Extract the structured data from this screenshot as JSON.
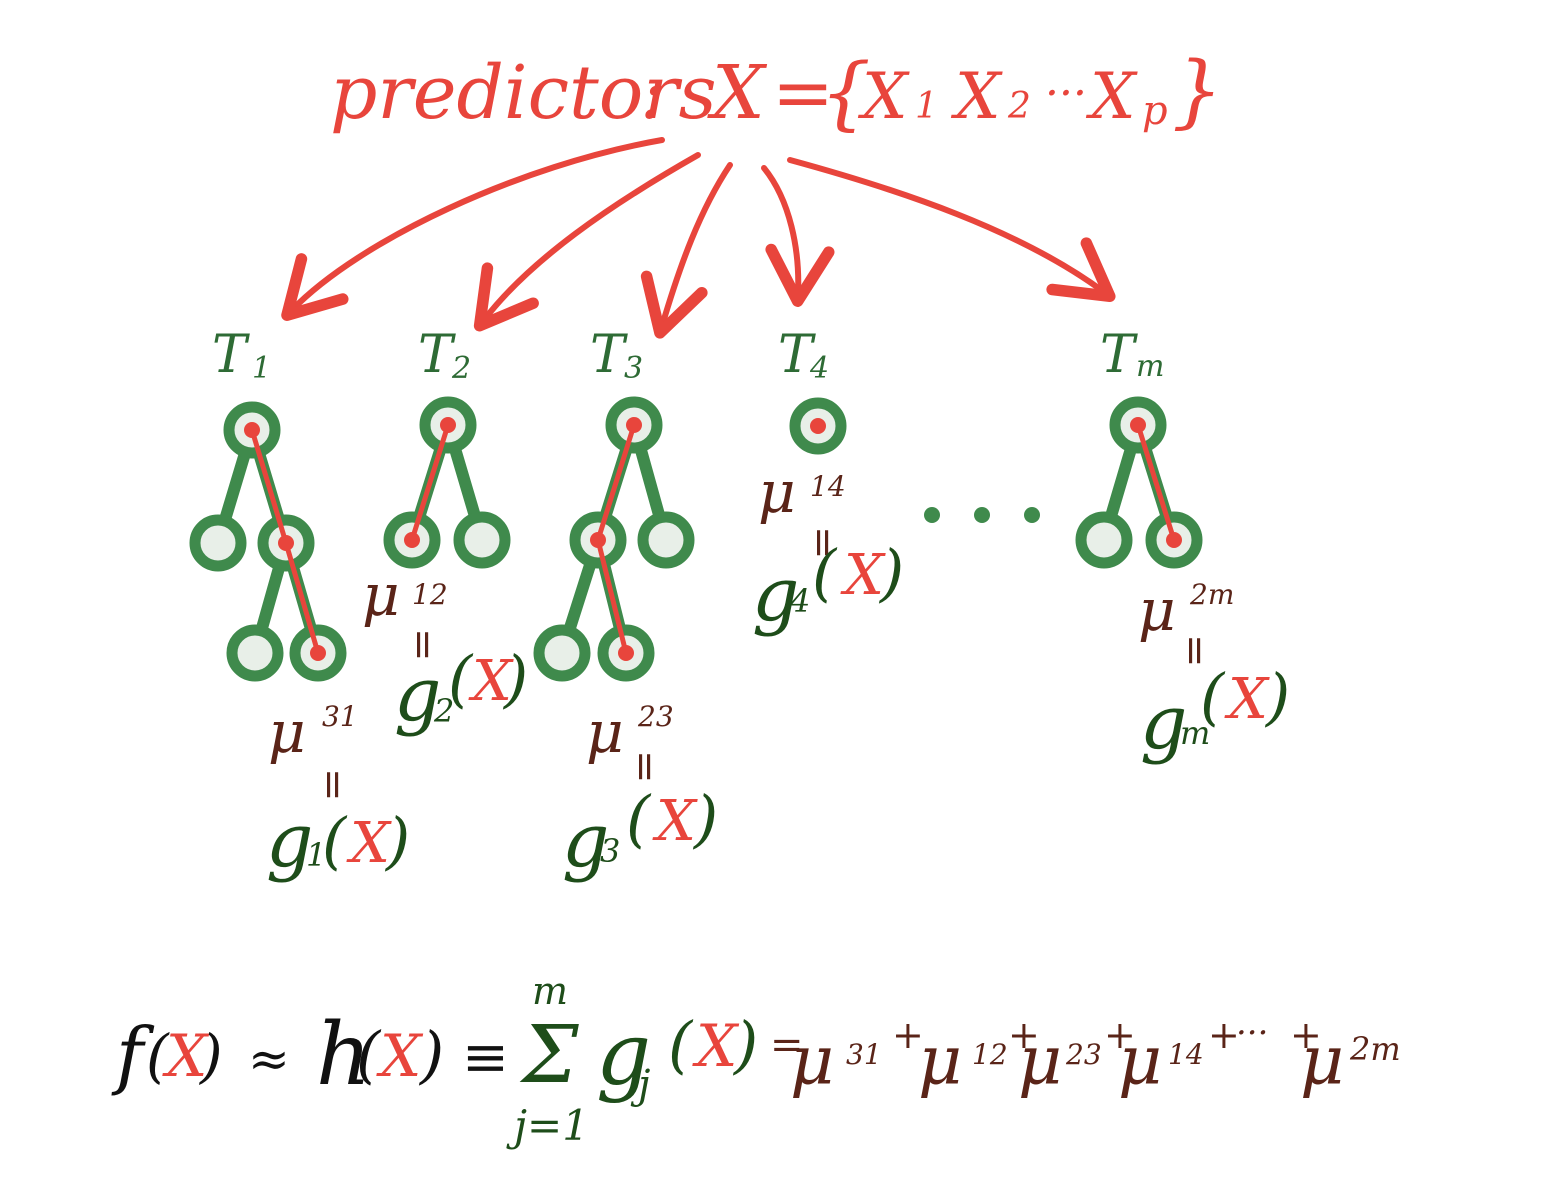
{
  "header": {
    "predictors_label": "predictors",
    "colon": ":",
    "set_x": "X",
    "equals": "=",
    "open_brace": "{",
    "x1": "X",
    "x1_sub": "1",
    "x2": "X",
    "x2_sub": "2",
    "ellipsis": "···",
    "xp": "X",
    "xp_sub": "p",
    "close_brace": "}"
  },
  "trees": [
    {
      "label": "T",
      "sub": "1",
      "mu": "μ",
      "mu_sub": "31",
      "eq": "=",
      "g": "g",
      "g_sub": "1",
      "open": "(",
      "x": "X",
      "close": ")"
    },
    {
      "label": "T",
      "sub": "2",
      "mu": "μ",
      "mu_sub": "12",
      "eq": "=",
      "g": "g",
      "g_sub": "2",
      "open": "(",
      "x": "X",
      "close": ")"
    },
    {
      "label": "T",
      "sub": "3",
      "mu": "μ",
      "mu_sub": "23",
      "eq": "=",
      "g": "g",
      "g_sub": "3",
      "open": "(",
      "x": "X",
      "close": ")"
    },
    {
      "label": "T",
      "sub": "4",
      "mu": "μ",
      "mu_sub": "14",
      "eq": "=",
      "g": "g",
      "g_sub": "4",
      "open": "(",
      "x": "X",
      "close": ")"
    },
    {
      "label": "T",
      "sub": "m",
      "mu": "μ",
      "mu_sub": "2m",
      "eq": "=",
      "g": "g",
      "g_sub": "m",
      "open": "(",
      "x": "X",
      "close": ")"
    }
  ],
  "dots": "• • •",
  "formula": {
    "f": "f",
    "f_open": "(",
    "f_x": "X",
    "f_close": ")",
    "approx": "≈",
    "h": "h",
    "h_open": "(",
    "h_x": "X",
    "h_close": ")",
    "equiv": "≡",
    "sum": "Σ",
    "sum_upper": "m",
    "sum_lower": "j=1",
    "g": "g",
    "g_sub": "j",
    "g_open": "(",
    "g_x": "X",
    "g_close": ")",
    "eq": "=",
    "terms": [
      {
        "mu": "μ",
        "sub": "31"
      },
      {
        "mu": "μ",
        "sub": "12"
      },
      {
        "mu": "μ",
        "sub": "23"
      },
      {
        "mu": "μ",
        "sub": "14"
      }
    ],
    "plus": "+",
    "dots": "···",
    "last_mu": "μ",
    "last_sub": "2m"
  },
  "colors": {
    "red": "#e8453c",
    "green": "#3f8a4c",
    "leaf_fill": "#e8efe8",
    "dark_green": "#1e4d1a",
    "brown": "#5a2418",
    "black": "#111111"
  }
}
